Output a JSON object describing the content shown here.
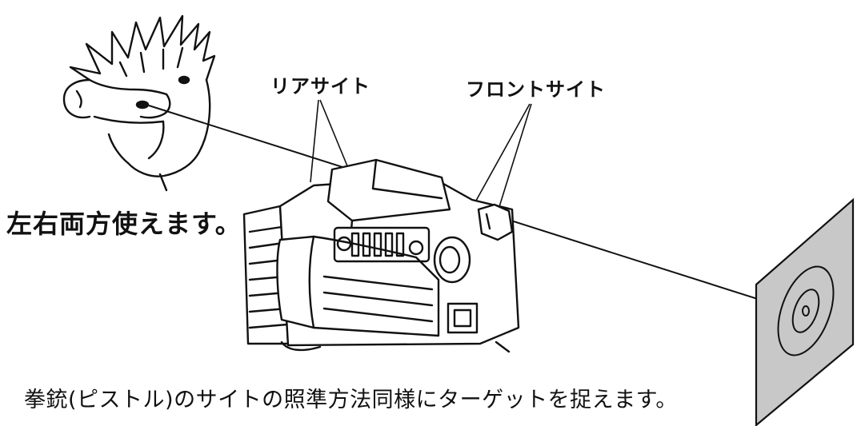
{
  "labels": {
    "rear_sight": "リアサイト",
    "front_sight": "フロントサイト",
    "both_eyes": "左右両方使えます。",
    "caption": "拳銃(ピストル)のサイトの照準方法同様にターゲットを捉えます。"
  },
  "icons": {
    "head": "shooter-head-icon",
    "scope": "reflex-sight-device-icon",
    "target": "bullseye-target-icon"
  },
  "colors": {
    "ink": "#111111",
    "target_panel": "#c8c8c8",
    "background": "#ffffff"
  }
}
